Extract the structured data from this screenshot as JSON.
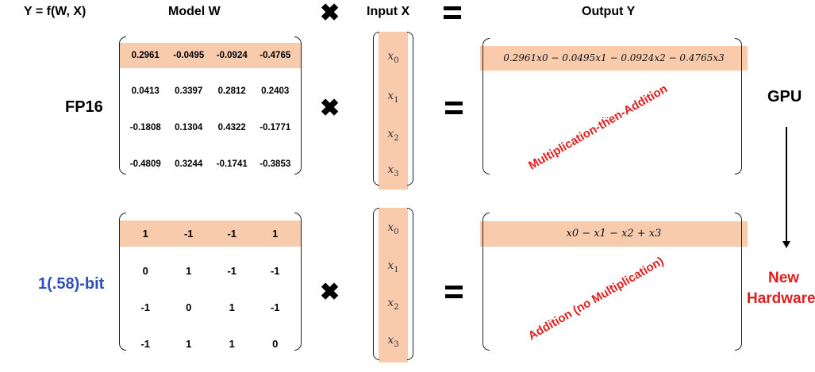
{
  "header": {
    "formula": "Y = f(W, X)",
    "model": "Model W",
    "input": "Input X",
    "output": "Output Y"
  },
  "rows": [
    {
      "label": "FP16",
      "label_color": "#000000",
      "matrix": [
        [
          "0.2961",
          "-0.0495",
          "-0.0924",
          "-0.4765"
        ],
        [
          "0.0413",
          "0.3397",
          "0.2812",
          "0.2403"
        ],
        [
          "-0.1808",
          "0.1304",
          "0.4322",
          "-0.1771"
        ],
        [
          "-0.4809",
          "0.3244",
          "-0.1741",
          "-0.3853"
        ]
      ],
      "output_expression": "0.2961x0 − 0.0495x1 − 0.0924x2 − 0.4765x3",
      "ellipsis": "...",
      "annotation": "Multiplication-then-Addition"
    },
    {
      "label": "1(.58)-bit",
      "label_color": "#2f4fbf",
      "matrix": [
        [
          "1",
          "-1",
          "-1",
          "1"
        ],
        [
          "0",
          "1",
          "-1",
          "-1"
        ],
        [
          "-1",
          "0",
          "1",
          "-1"
        ],
        [
          "-1",
          "1",
          "1",
          "0"
        ]
      ],
      "output_expression": "x0 − x1 − x2 + x3",
      "ellipsis": "...",
      "annotation": "Addition (no Multiplication)"
    }
  ],
  "input_vector": [
    "x0",
    "x1",
    "x2",
    "x3"
  ],
  "operators": {
    "times": "✖",
    "equals": "="
  },
  "side": {
    "top": "GPU",
    "bottom": "New Hardware",
    "bottom_color": "#e02020"
  },
  "highlight_color": "#f8cbad",
  "annotation_color": "#e02020"
}
